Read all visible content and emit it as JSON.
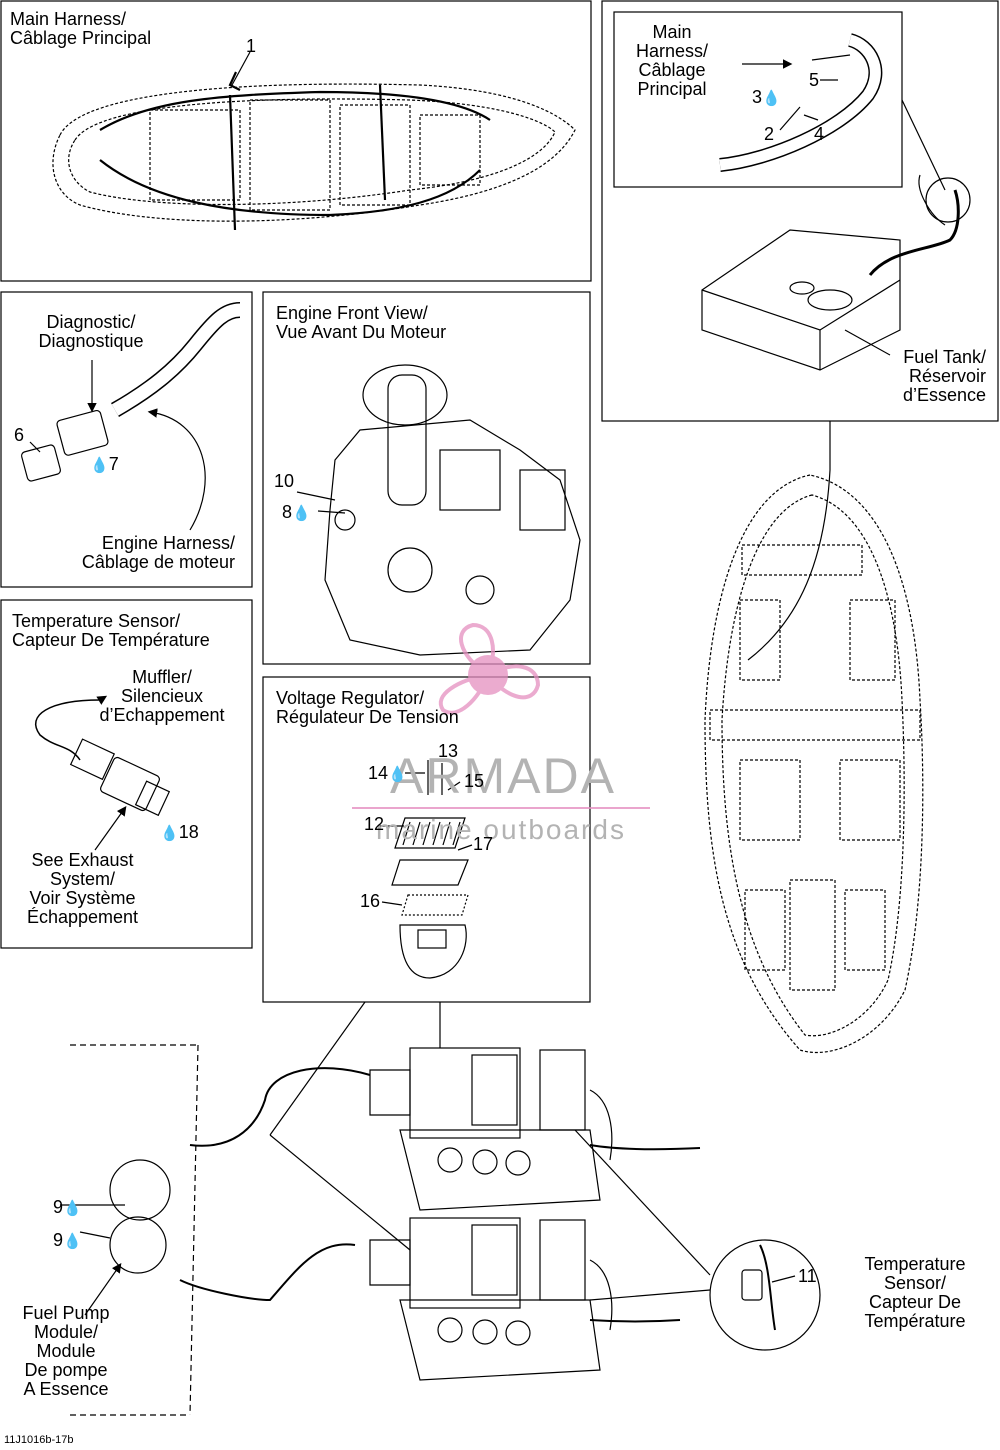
{
  "panels": {
    "main_harness": {
      "title_en": "Main Harness/",
      "title_fr": "Câblage Principal"
    },
    "diagnostic": {
      "label": "Diagnostic/\nDiagnostique",
      "engine_harness": "Engine Harness/\nCâblage de moteur"
    },
    "temperature_sensor_top": {
      "title": "Temperature Sensor/\nCapteur De Température",
      "muffler": "Muffler/\nSilencieux\nd’Echappement",
      "see_exhaust": "See Exhaust\nSystem/\nVoir Système\nÉchappement"
    },
    "engine_front": {
      "title": "Engine Front View/\nVue Avant Du Moteur"
    },
    "voltage_regulator": {
      "title": "Voltage Regulator/\nRégulateur De Tension"
    },
    "fuel_tank_inset": {
      "main_harness": "Main\nHarness/\nCâblage\nPrincipal",
      "fuel_tank": "Fuel Tank/\nRéservoir\nd’Essence"
    },
    "fuel_pump": {
      "label": "Fuel Pump\nModule/\nModule\nDe pompe\nA Essence"
    },
    "temperature_sensor_bottom": {
      "label": "Temperature\nSensor/\nCapteur De\nTempérature"
    }
  },
  "callouts": [
    "1",
    "2",
    "3",
    "4",
    "5",
    "6",
    "7",
    "8",
    "9",
    "9",
    "10",
    "11",
    "12",
    "13",
    "14",
    "15",
    "16",
    "17",
    "18"
  ],
  "drop_symbol": "💧",
  "watermark": {
    "brand": "ARMADA",
    "tagline": "marine outboards",
    "color": "#e58fc0"
  },
  "drawing_code": "11J1016b-17b"
}
